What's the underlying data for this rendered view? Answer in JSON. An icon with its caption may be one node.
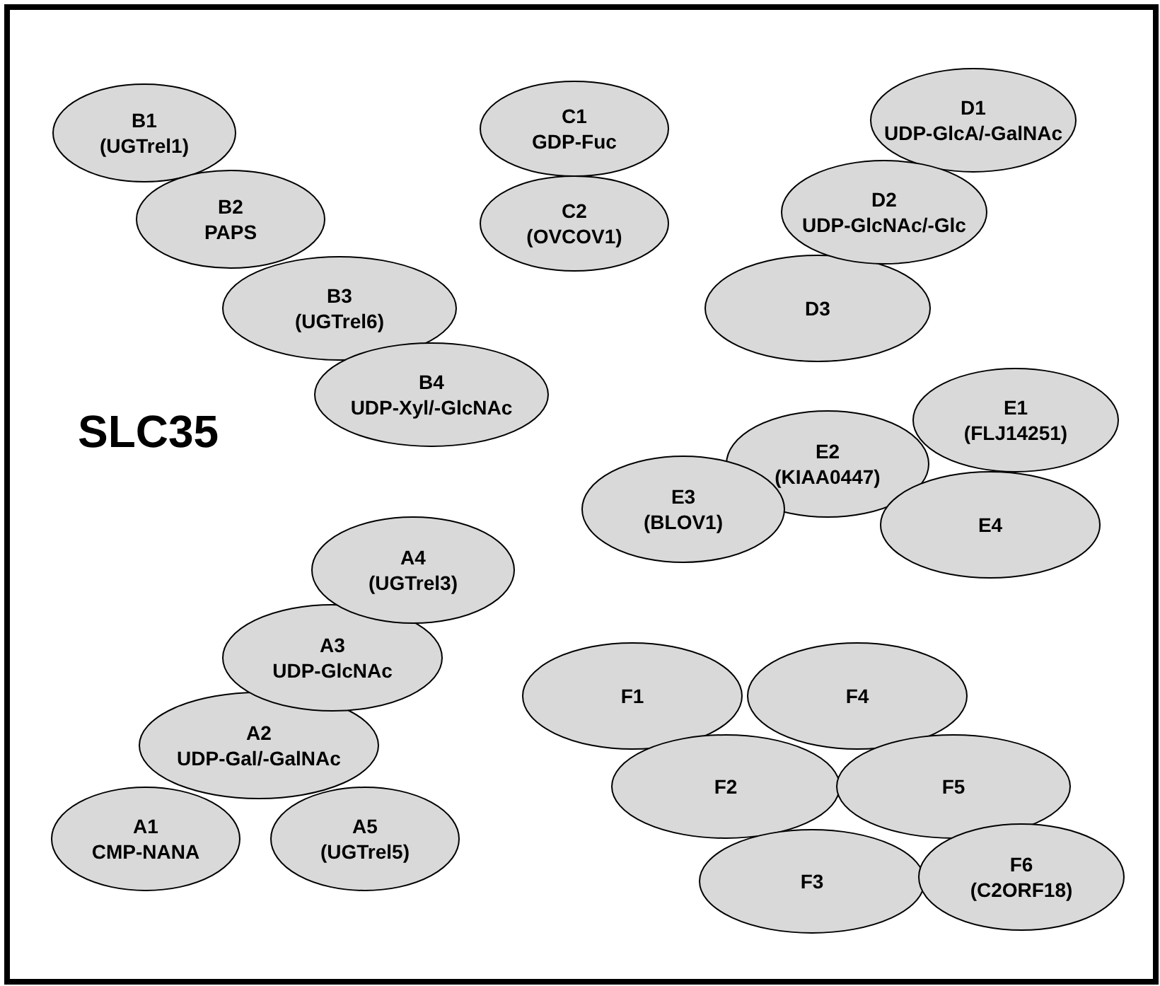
{
  "diagram": {
    "title": "SLC35",
    "nodes": [
      {
        "text": [
          "B1",
          "(UGTrel1)"
        ]
      },
      {
        "text": [
          "C1",
          "GDP-Fuc"
        ]
      },
      {
        "text": [
          "D1",
          "UDP-GlcA/-GalNAc"
        ]
      },
      {
        "text": [
          "B2",
          "PAPS"
        ]
      },
      {
        "text": [
          "C2",
          "(OVCOV1)"
        ]
      },
      {
        "text": [
          "D2",
          "UDP-GlcNAc/-Glc"
        ]
      },
      {
        "text": [
          "B3",
          "(UGTrel6)"
        ]
      },
      {
        "text": [
          "D3"
        ]
      },
      {
        "text": [
          "B4",
          "UDP-Xyl/-GlcNAc"
        ]
      },
      {
        "text": [
          "E1",
          "(FLJ14251)"
        ]
      },
      {
        "text": [
          "E2",
          "(KIAA0447)"
        ]
      },
      {
        "text": [
          "E3",
          "(BLOV1)"
        ]
      },
      {
        "text": [
          "E4"
        ]
      },
      {
        "text": [
          "A4",
          "(UGTrel3)"
        ]
      },
      {
        "text": [
          "A3",
          "UDP-GlcNAc"
        ]
      },
      {
        "text": [
          "F1"
        ]
      },
      {
        "text": [
          "F4"
        ]
      },
      {
        "text": [
          "A2",
          "UDP-Gal/-GalNAc"
        ]
      },
      {
        "text": [
          "F2"
        ]
      },
      {
        "text": [
          "F5"
        ]
      },
      {
        "text": [
          "A1",
          "CMP-NANA"
        ]
      },
      {
        "text": [
          "A5",
          "(UGTrel5)"
        ]
      },
      {
        "text": [
          "F3"
        ]
      },
      {
        "text": [
          "F6",
          "(C2ORF18)"
        ]
      }
    ]
  }
}
